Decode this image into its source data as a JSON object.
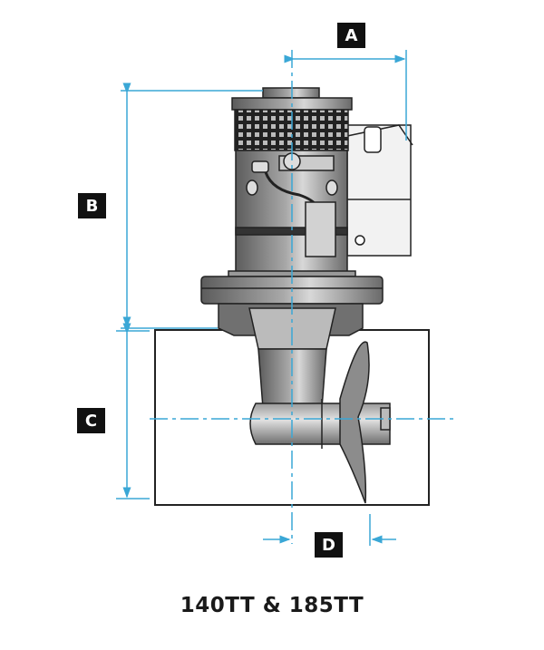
{
  "labels": {
    "a": "A",
    "b": "B",
    "c": "C",
    "d": "D"
  },
  "caption": "140TT & 185TT",
  "colors": {
    "dimension": "#3aa7d6",
    "outline": "#222222",
    "body": "#8a8a8a"
  }
}
